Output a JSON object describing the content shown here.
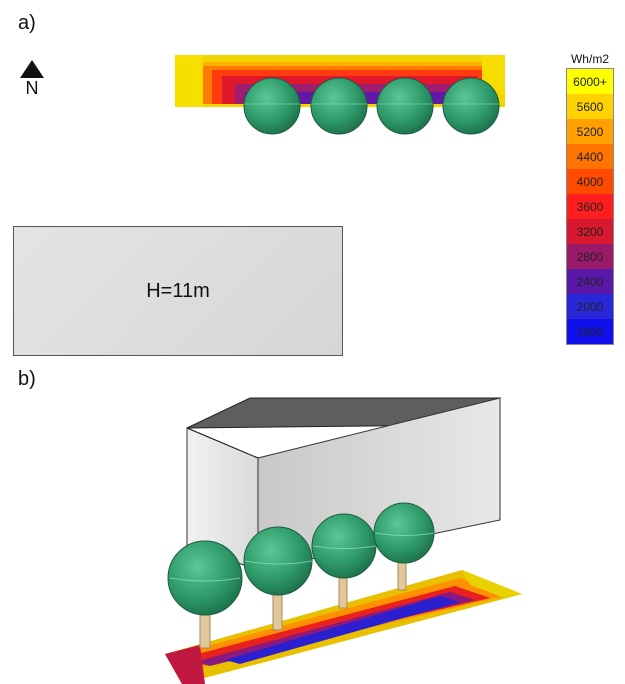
{
  "panel_a": {
    "label": "a)",
    "north_label": "N",
    "building_label": "H=11m"
  },
  "panel_b": {
    "label": "b)"
  },
  "legend": {
    "unit": "Wh/m2",
    "entries": [
      {
        "label": "6000+",
        "color": "#ffff00"
      },
      {
        "label": "5600",
        "color": "#ffd200"
      },
      {
        "label": "5200",
        "color": "#ffa000"
      },
      {
        "label": "4400",
        "color": "#ff7400"
      },
      {
        "label": "4000",
        "color": "#ff4a00"
      },
      {
        "label": "3600",
        "color": "#ff1e1e"
      },
      {
        "label": "3200",
        "color": "#d8182e"
      },
      {
        "label": "2800",
        "color": "#9a1a6a"
      },
      {
        "label": "2400",
        "color": "#5a18a8"
      },
      {
        "label": "2000",
        "color": "#2828d8"
      },
      {
        "label": "1600",
        "color": "#1010ee"
      }
    ]
  },
  "colors": {
    "tree_canopy": "#2e9a6a",
    "tree_trunk": "#e0c89a",
    "building_fill": "#dcdcdc",
    "building_roof": "#6a6a6a"
  }
}
